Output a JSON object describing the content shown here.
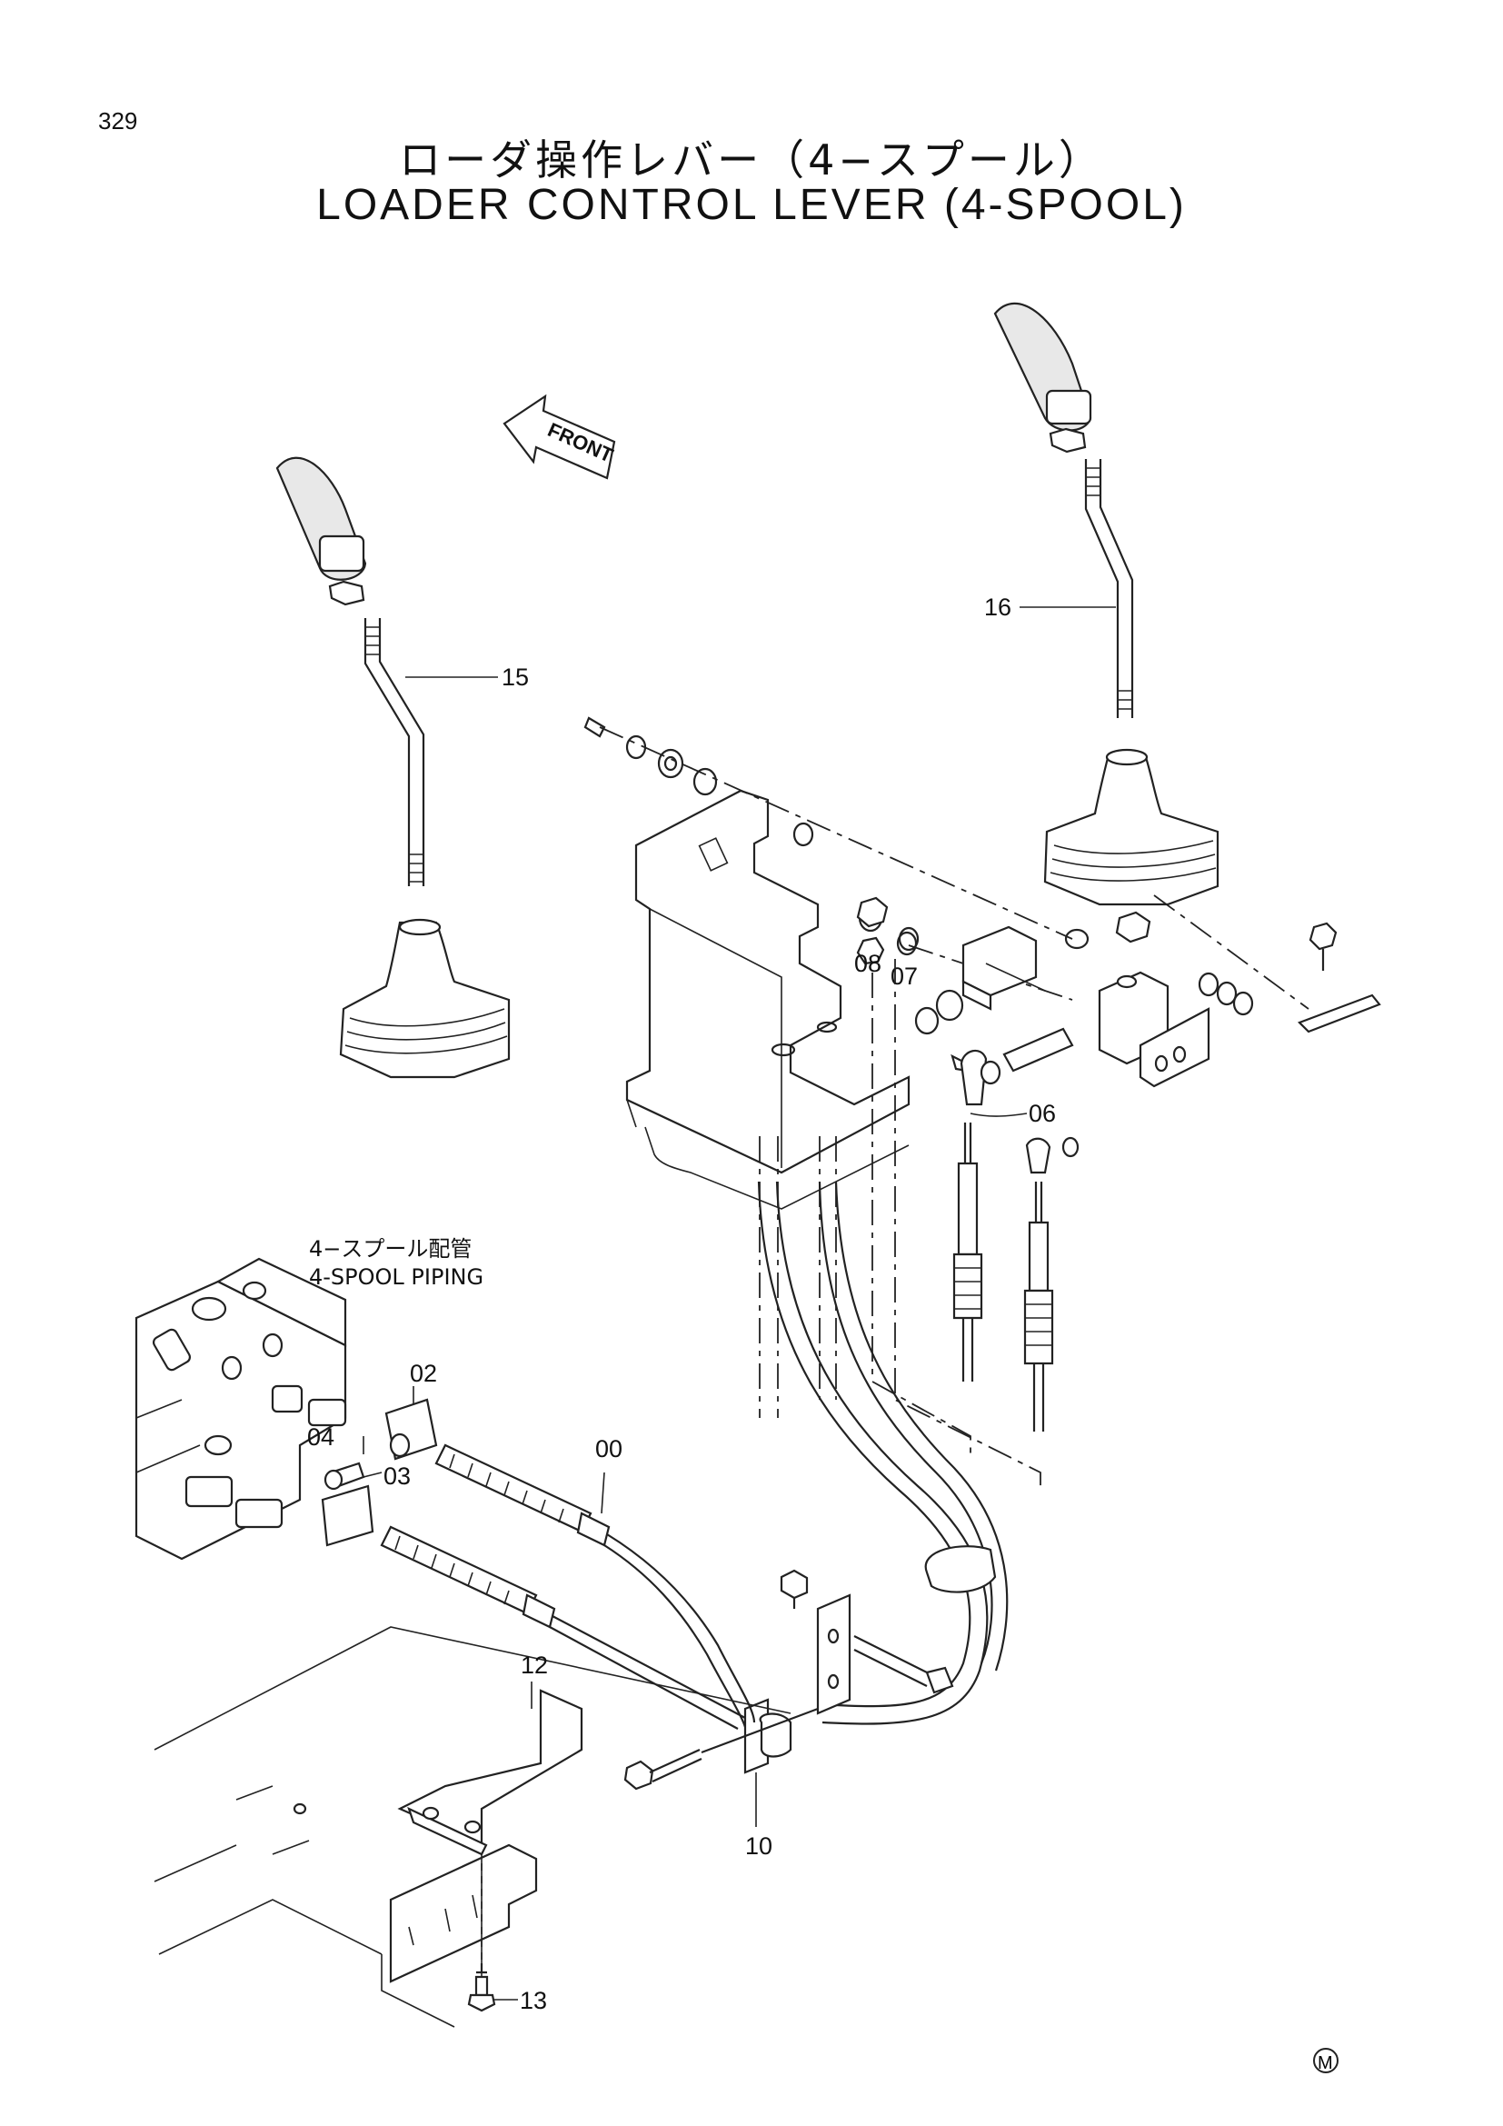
{
  "page_number": "329",
  "title_jp": "ローダ操作レバー（4−スプール）",
  "title_en": "LOADER CONTROL LEVER (4-SPOOL)",
  "front_label": "FRONT",
  "piping_note": {
    "jp": "4−スプール配管",
    "en": "4-SPOOL PIPING"
  },
  "callouts": {
    "c15": "15",
    "c16": "16",
    "c08": "08",
    "c07": "07",
    "c06": "06",
    "c02": "02",
    "c04": "04",
    "c03": "03",
    "c00": "00",
    "c12": "12",
    "c10": "10",
    "c13": "13"
  },
  "corner_mark": "M"
}
